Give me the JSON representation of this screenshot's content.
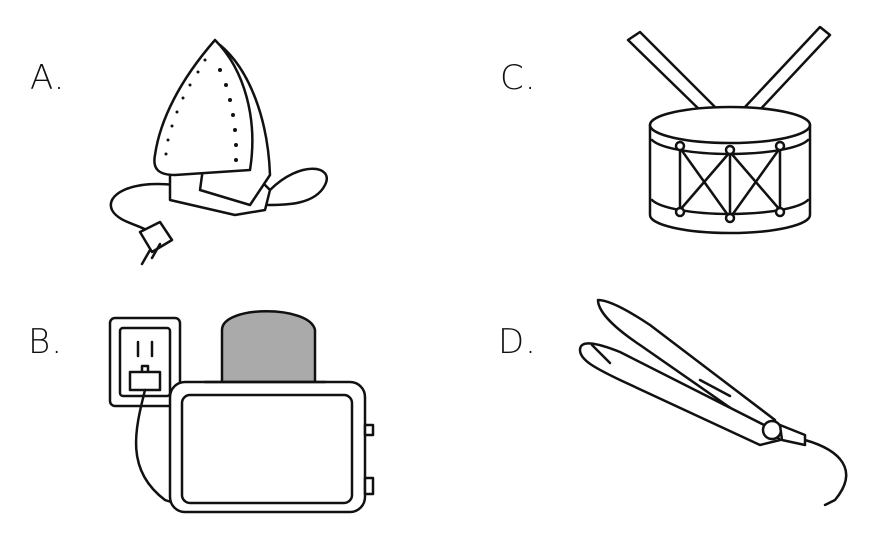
{
  "options": [
    {
      "label": "A.",
      "item": "clothes-iron"
    },
    {
      "label": "B.",
      "item": "toaster"
    },
    {
      "label": "C.",
      "item": "drum"
    },
    {
      "label": "D.",
      "item": "hair-straightener"
    }
  ]
}
